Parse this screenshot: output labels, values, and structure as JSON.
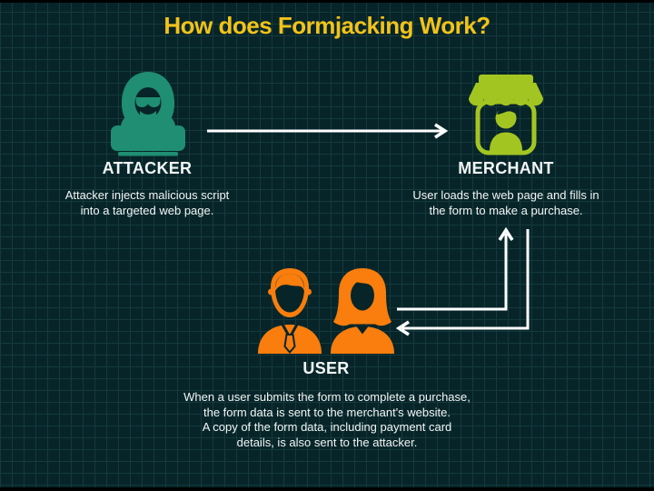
{
  "title": "How does Formjacking Work?",
  "colors": {
    "bg": "#072529",
    "grid": "#14393D",
    "edge_bar": "#000000",
    "title_yellow": "#F2C318",
    "attacker_teal": "#1F8E72",
    "merchant_green": "#A3C521",
    "user_orange": "#F97E0D",
    "text_white": "#F2F6F5",
    "arrow_white": "#FFFFFF"
  },
  "nodes": {
    "attacker": {
      "label": "ATTACKER",
      "description": "Attacker injects malicious script\ninto a targeted web page.",
      "icon": "hooded-hacker-laptop-icon"
    },
    "merchant": {
      "label": "MERCHANT",
      "description": "User loads the web page and fills in\nthe form to make a purchase.",
      "icon": "storefront-icon"
    },
    "user": {
      "label": "USER",
      "description": "When a user submits the form to complete a purchase,\nthe form data is sent to the merchant's website.\nA copy of the form data, including payment card\ndetails, is also sent to the attacker.",
      "icon": "two-users-icon"
    }
  },
  "flows": [
    {
      "from": "attacker",
      "to": "merchant"
    },
    {
      "from": "user",
      "to": "merchant"
    },
    {
      "from": "merchant",
      "to": "user"
    }
  ]
}
